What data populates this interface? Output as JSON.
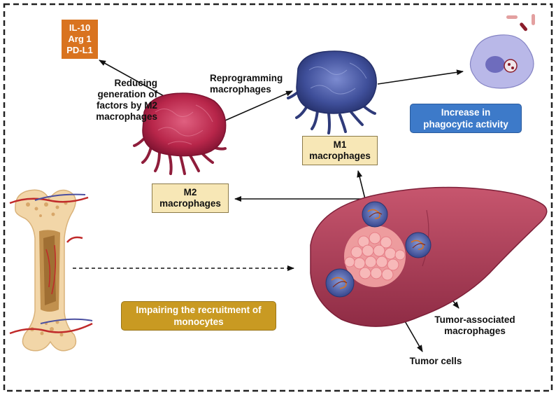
{
  "cytokines": "IL-10\nArg 1\nPD-L1",
  "labels": {
    "reducing": "Reducing\ngeneration of\nfactors by M2\nmacrophages",
    "reprogramming": "Reprogramming\nmacrophages",
    "m1": "M1\nmacrophages",
    "m2": "M2\nmacrophages",
    "phagocytic": "Increase in\nphagocytic activity",
    "recruitment": "Impairing the recruitment of\nmonocytes",
    "tam": "Tumor-associated\nmacrophages",
    "tumor_cells": "Tumor cells"
  },
  "colors": {
    "m2_cell": "#b8264a",
    "m1_cell": "#3f4f9a",
    "liver": "#b0405a",
    "tumor": "#f4a5a5",
    "bone": "#f2d6a8",
    "phagocyte": "#b9b8e8",
    "orange_box": "#d9731f",
    "blue_box": "#3d7ac9",
    "gold_box": "#c99a22",
    "tan_box": "#f7e7b6"
  }
}
